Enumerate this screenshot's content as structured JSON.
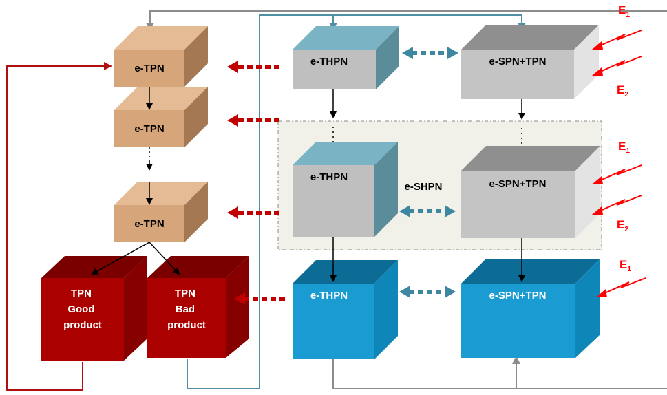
{
  "colors": {
    "tan_front": "#d6a57a",
    "tan_top": "#e4bb94",
    "tan_side": "#a47852",
    "teal_front": "#bfbfbf",
    "teal_top": "#7ab3c4",
    "teal_side": "#5b8c99",
    "gray_front": "#c4c4c4",
    "gray_top": "#8f8f8f",
    "gray_side": "#e3e3e3",
    "blue_front": "#1a9bd1",
    "blue_top": "#0c6c96",
    "blue_side": "#0f86b8",
    "red_front": "#aa0000",
    "red_top": "#7a0000",
    "red_side": "#870000",
    "dotted_red": "#c00000",
    "dotted_teal": "#3f86a0",
    "event_red": "#ff0000",
    "line_gray": "#8c8c8c",
    "line_teal": "#4f8fa4",
    "line_red": "#b01010"
  },
  "labels": {
    "tpn1": "e-TPN",
    "tpn2": "e-TPN",
    "tpn3": "e-TPN",
    "thpn1": "e-THPN",
    "thpn2": "e-THPN",
    "thpn3": "e-THPN",
    "spn1": "e-SPN+TPN",
    "spn2": "e-SPN+TPN",
    "spn3": "e-SPN+TPN",
    "good": [
      "TPN",
      "Good",
      "product"
    ],
    "bad": [
      "TPN",
      "Bad",
      "product"
    ],
    "shpn": "e-SHPN"
  },
  "events": {
    "e1": "E",
    "e1_sub": "1",
    "e2": "E",
    "e2_sub": "2"
  }
}
